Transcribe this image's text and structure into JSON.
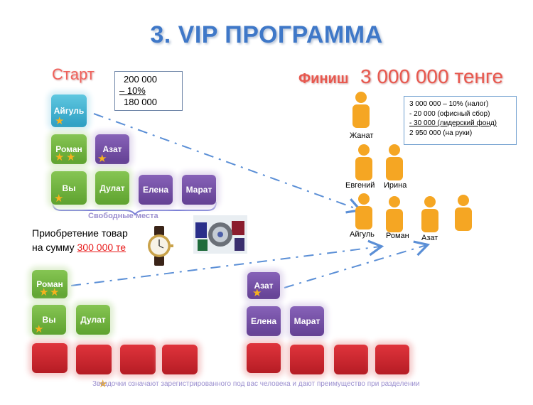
{
  "title": "3. VIP ПРОГРАММА",
  "start_label": "Старт",
  "finish": {
    "label": "Финиш",
    "amount": "3 000 000 тенге"
  },
  "calc_box": {
    "lines": [
      "200 000",
      "– 10%",
      "180 000"
    ]
  },
  "deductions": {
    "lines": [
      "3 000 000 – 10% (налог)",
      "- 20 000 (офисный сбор)",
      "- 30 000 (лидерский фонд)",
      "2 950 000 (на руки)"
    ]
  },
  "top_tree": {
    "level1": [
      {
        "name": "Айгуль",
        "color": "blue",
        "stars": 1
      }
    ],
    "level2": [
      {
        "name": "Роман",
        "color": "green",
        "stars": 2
      },
      {
        "name": "Азат",
        "color": "purple",
        "stars": 1
      }
    ],
    "level3": [
      {
        "name": "Вы",
        "color": "green",
        "stars": 1
      },
      {
        "name": "Дулат",
        "color": "green",
        "stars": 0
      },
      {
        "name": "Елена",
        "color": "purple",
        "stars": 0
      },
      {
        "name": "Марат",
        "color": "purple",
        "stars": 0
      }
    ]
  },
  "free_places_label": "Свободные места",
  "purchase": {
    "line1": "Приобретение товар",
    "line2_prefix": "на сумму ",
    "line2_amount": "300 000 те"
  },
  "bottom_left": {
    "top": {
      "name": "Роман",
      "stars": 2
    },
    "row2": [
      {
        "name": "Вы",
        "stars": 1
      },
      {
        "name": "Дулат",
        "stars": 0
      }
    ]
  },
  "bottom_right": {
    "top": {
      "name": "Азат",
      "stars": 1
    },
    "row2": [
      {
        "name": "Елена",
        "stars": 0
      },
      {
        "name": "Марат",
        "stars": 0
      }
    ]
  },
  "people": [
    "Жанат",
    "Евгений",
    "Ирина",
    "Айгуль",
    "Роман",
    "Азат"
  ],
  "footer_note": "Звездочки означают зарегистрированного под вас человека и дают преимущество при разделении",
  "colors": {
    "title": "#3f78c8",
    "accent_red": "#e8584e",
    "person": "#f5a623",
    "arrow": "#5b8fd6"
  }
}
